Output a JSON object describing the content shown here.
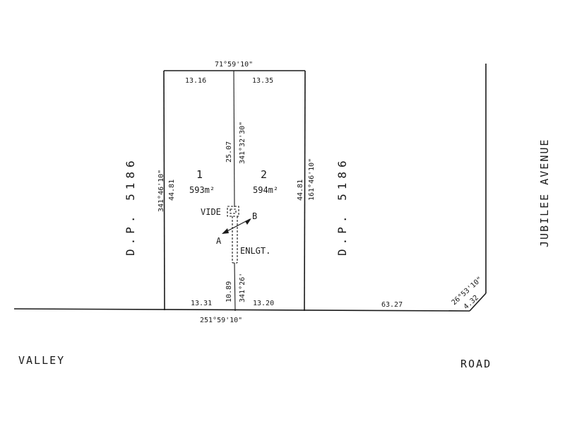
{
  "plan": {
    "top_bearing": "71°59'10\"",
    "bottom_bearing": "251°59'10\"",
    "lot1": {
      "number": "1",
      "area": "593m²",
      "top_length": "13.16",
      "bottom_length": "13.31",
      "west_bearing": "341°46'10\"",
      "west_length": "44.81"
    },
    "lot2": {
      "number": "2",
      "area": "594m²",
      "top_length": "13.35",
      "bottom_length": "13.20",
      "east_bearing": "161°46'10\"",
      "east_length": "44.81"
    },
    "centre": {
      "upper_bearing": "341°32'30\"",
      "upper_length": "25.07",
      "lower_bearing": "341°26'",
      "lower_length": "10.89"
    },
    "vide": "VIDE",
    "enlgt": "ENLGT.",
    "point_a": "A",
    "point_b": "B",
    "dp_left": "D.P. 5186",
    "dp_right": "D.P. 5186",
    "road_frontage": "63.27",
    "corner_bearing": "26°53'10\"",
    "corner_length": "4.32",
    "street_avenue": "JUBILEE AVENUE",
    "road_left": "VALLEY",
    "road_right": "ROAD"
  }
}
